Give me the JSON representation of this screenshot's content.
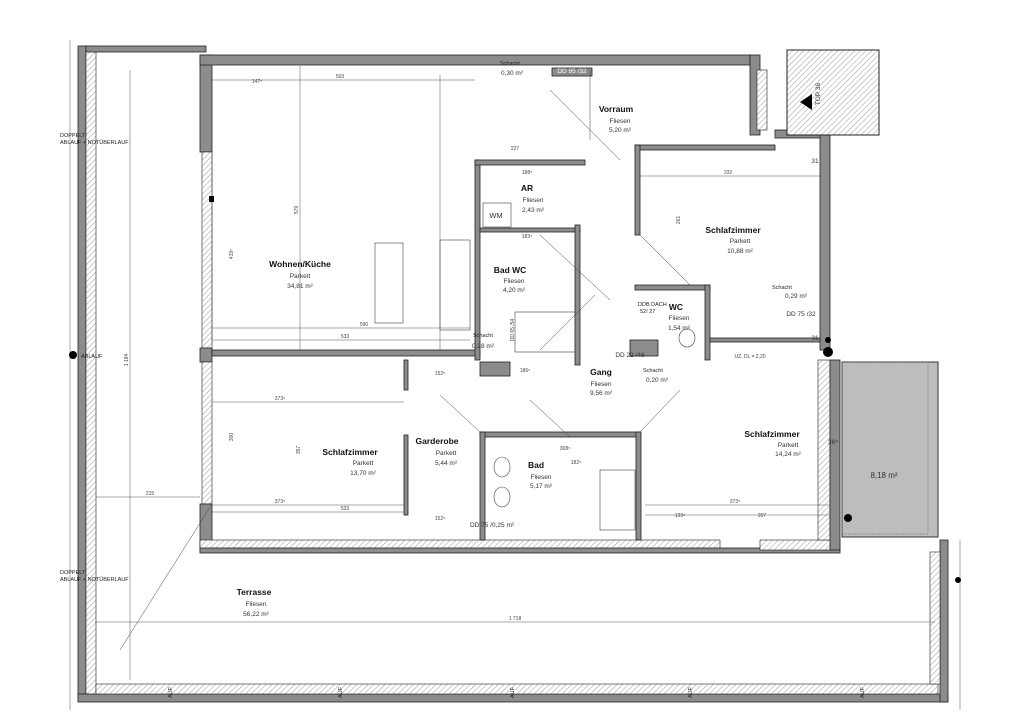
{
  "plan": {
    "unit_label": "TOP 36",
    "rooms": {
      "wohnen": {
        "name": "Wohnen/Küche",
        "floor": "Parkett",
        "area": "34,81 m²"
      },
      "vorraum": {
        "name": "Vorraum",
        "floor": "Fliesen",
        "area": "5,20 m²"
      },
      "ar": {
        "name": "AR",
        "floor": "Fliesen",
        "area": "2,43 m²",
        "extra": "WM"
      },
      "badwc": {
        "name": "Bad WC",
        "floor": "Fliesen",
        "area": "4,20 m²"
      },
      "schlaf1": {
        "name": "Schlafzimmer",
        "floor": "Parkett",
        "area": "10,88 m²"
      },
      "wc": {
        "name": "WC",
        "floor": "Fliesen",
        "area": "1,54 m²"
      },
      "gang": {
        "name": "Gang",
        "floor": "Fliesen",
        "area": "9,56 m²"
      },
      "schlaf2": {
        "name": "Schlafzimmer",
        "floor": "Parkett",
        "area": "13,70 m²"
      },
      "garderobe": {
        "name": "Garderobe",
        "floor": "Parkett",
        "area": "5,44 m²"
      },
      "bad": {
        "name": "Bad",
        "floor": "Fliesen",
        "area": "5,17 m²"
      },
      "schlaf3": {
        "name": "Schlafzimmer",
        "floor": "Parkett",
        "area": "14,24 m²"
      },
      "terrasse": {
        "name": "Terrasse",
        "floor": "Fliesen",
        "area": "56,22 m²"
      },
      "balkon": {
        "area": "8,18 m²"
      }
    },
    "shafts": [
      {
        "name": "Schacht",
        "area": "0,30 m²",
        "dd": "DD 95 /32"
      },
      {
        "name": "Schacht",
        "area": "0,29 m²",
        "dd": "DD 75 /32"
      },
      {
        "name": "Schacht",
        "area": "0,28 m²",
        "dd": "DD 65 /54"
      },
      {
        "name": "Schacht",
        "area": "0,20 m²",
        "dd": "DD 22 /46"
      },
      {
        "name": "",
        "area": "",
        "dd": "DD 75 /0,25 m²"
      }
    ],
    "notes": {
      "doppelt1": "DOPPELT-",
      "ablauf1": "ABLAUF + NOTÜBERLAUF",
      "doppelt2": "DOPPELT-",
      "ablauf2": "ABLAUF + NOTÜBERLAUF",
      "ablauf": "ABLAUF",
      "ddb": "DDB DACH",
      "ddb_size": "52/ 27",
      "uz": "UZ. DL = 2,20",
      "auf": "AUF"
    },
    "dimensions": {
      "total_width": "1 718",
      "total_height": "1 184",
      "d590": "590",
      "d533": "533",
      "d533b": "533",
      "d215": "215",
      "d332": "332",
      "d503": "503",
      "d579": "579",
      "d373a": "373⁵",
      "d373b": "373⁵",
      "d373c": "373⁵",
      "d357": "357",
      "d300": "300",
      "d207": "207",
      "d139": "139⁵",
      "d36": "36⁵",
      "d31a": "31",
      "d31b": "31",
      "d152a": "152⁵",
      "d152b": "152⁵",
      "d186": "186⁵",
      "d182": "182⁵",
      "d308": "308⁵",
      "d261": "261",
      "d227": "227",
      "d419": "419⁵",
      "d147": "147⁵",
      "d188": "188⁵",
      "d183": "183⁵"
    }
  }
}
